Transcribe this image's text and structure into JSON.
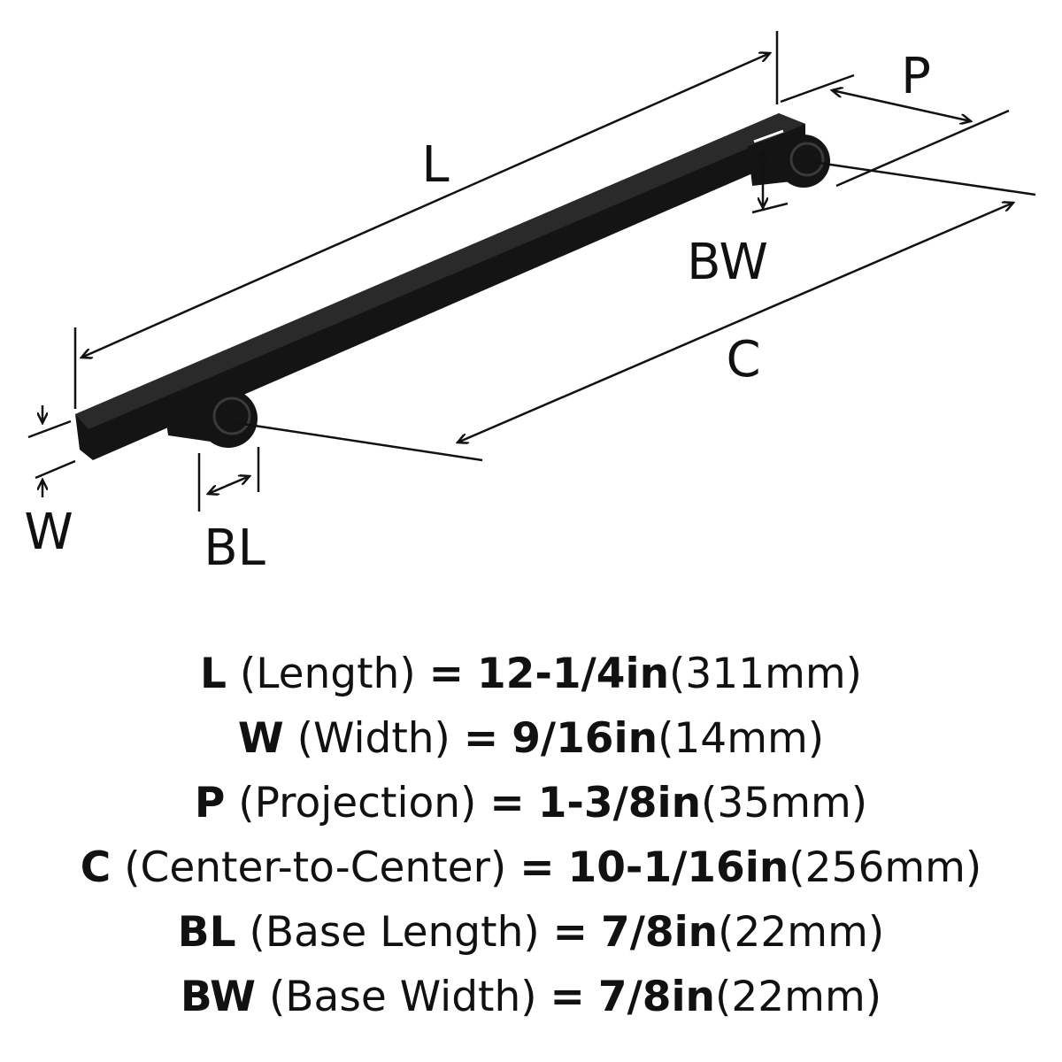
{
  "diagram_labels": {
    "L": "L",
    "P": "P",
    "BW": "BW",
    "C": "C",
    "W": "W",
    "BL": "BL"
  },
  "colors": {
    "handle": "#141414",
    "line": "#111111",
    "background": "#ffffff"
  },
  "specs": [
    {
      "code": "L",
      "name": "(Length)",
      "eq": "=",
      "imperial": "12-1/4in",
      "metric": "(311mm)"
    },
    {
      "code": "W",
      "name": "(Width)",
      "eq": "=",
      "imperial": "9/16in",
      "metric": "(14mm)"
    },
    {
      "code": "P",
      "name": "(Projection)",
      "eq": "=",
      "imperial": "1-3/8in",
      "metric": "(35mm)"
    },
    {
      "code": "C",
      "name": "(Center-to-Center)",
      "eq": "=",
      "imperial": "10-1/16in",
      "metric": "(256mm)"
    },
    {
      "code": "BL",
      "name": "(Base Length)",
      "eq": "=",
      "imperial": "7/8in",
      "metric": "(22mm)"
    },
    {
      "code": "BW",
      "name": "(Base Width)",
      "eq": "=",
      "imperial": "7/8in",
      "metric": "(22mm)"
    }
  ]
}
